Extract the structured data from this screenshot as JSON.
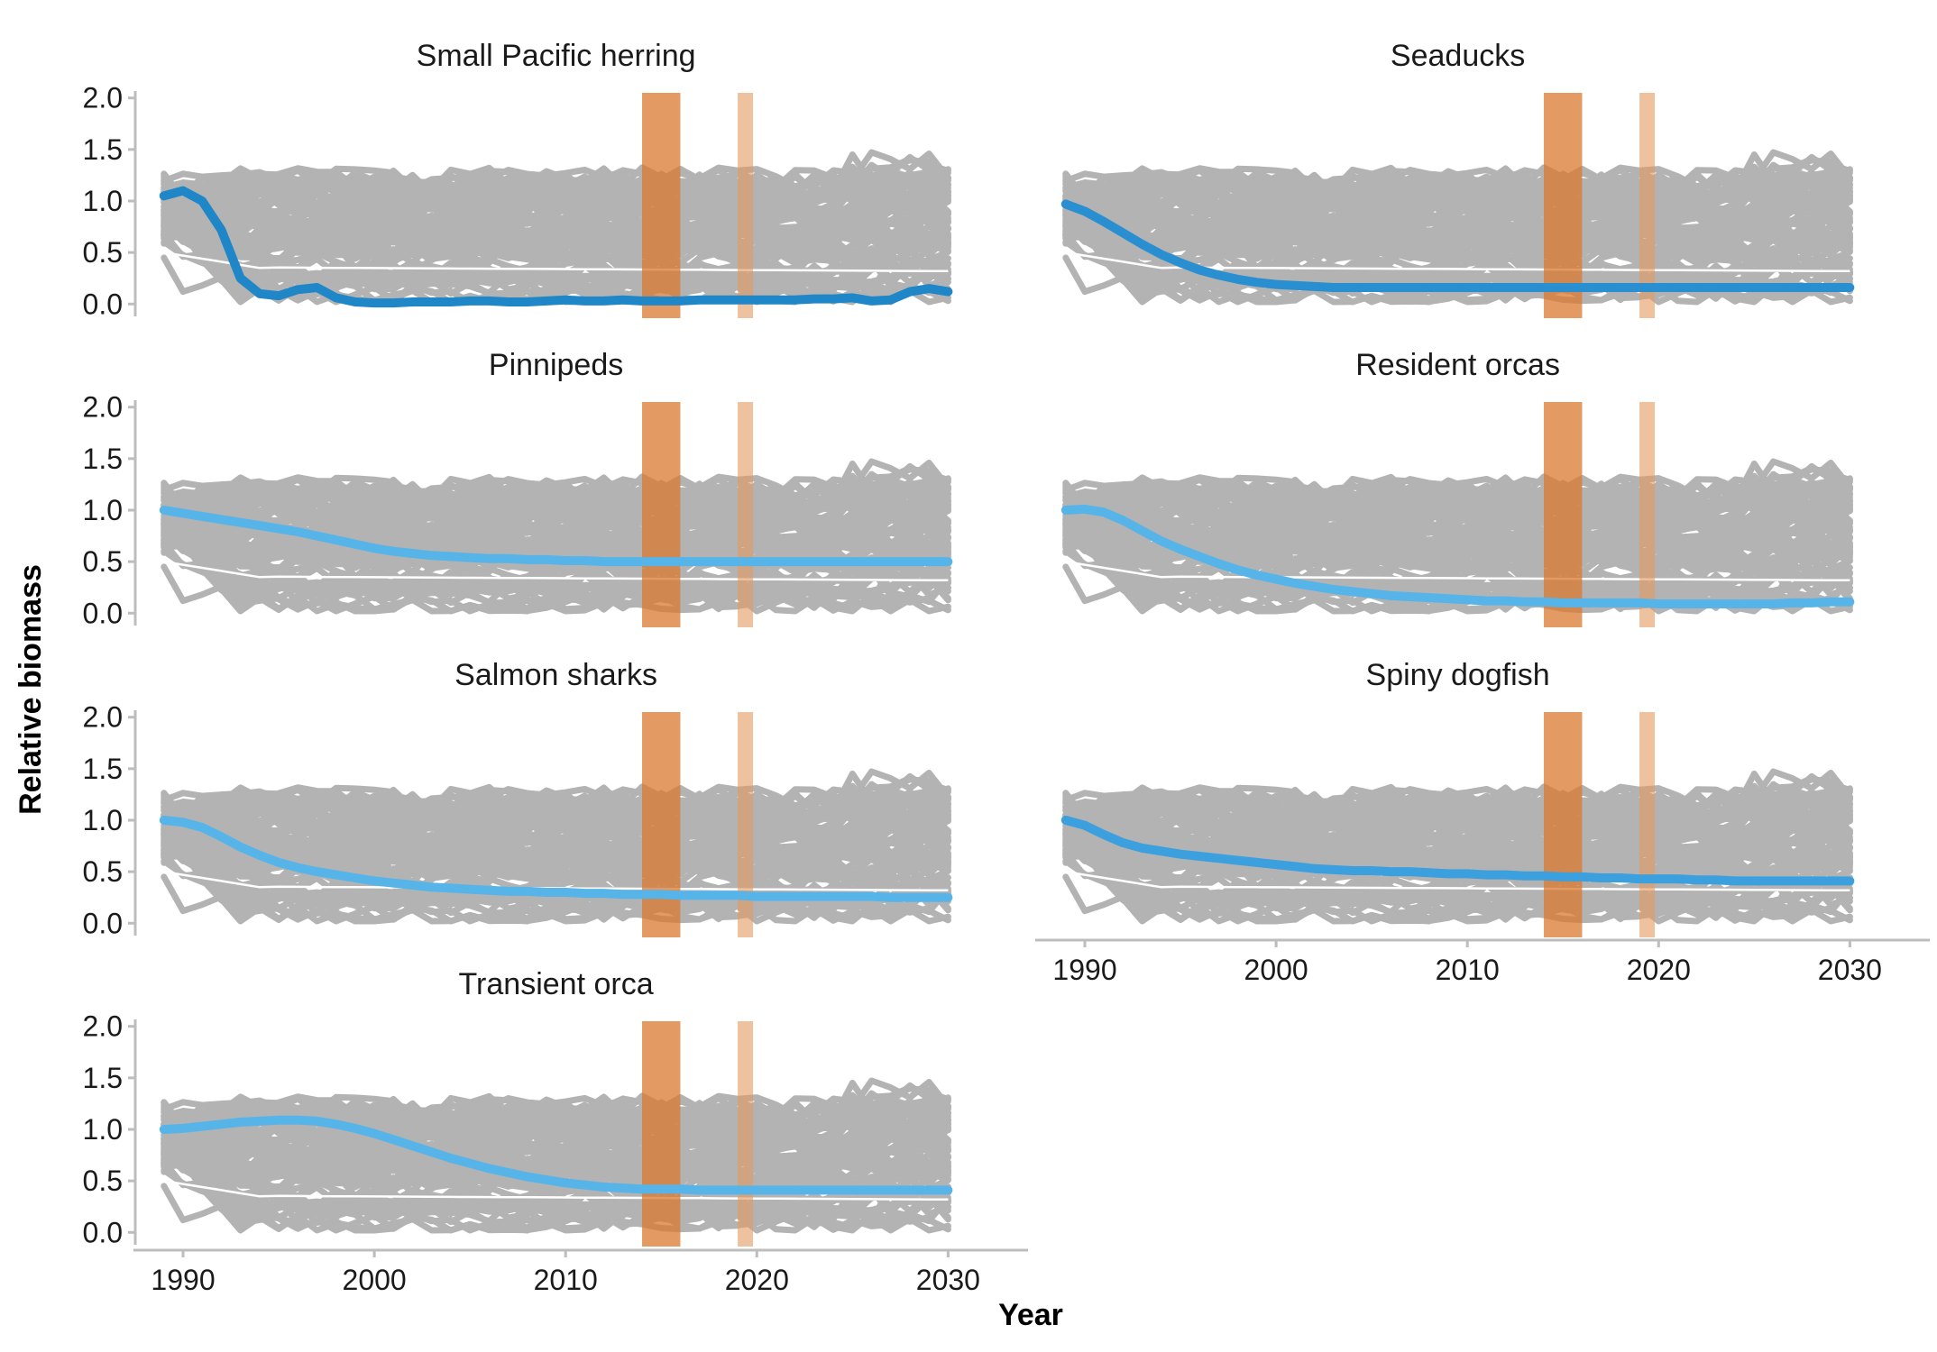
{
  "figure": {
    "ylabel": "Relative biomass",
    "xlabel": "Year"
  },
  "chart_data": {
    "type": "line",
    "xlim": [
      1987.5,
      2033
    ],
    "ylim": [
      -0.05,
      2.05
    ],
    "x_ticks": [
      "1990",
      "2000",
      "2010",
      "2020",
      "2030"
    ],
    "y_ticks": [
      "0.0",
      "0.5",
      "1.0",
      "1.5",
      "2.0"
    ],
    "grid": false,
    "legend": "none",
    "highlight_periods": [
      {
        "from": 2014,
        "to": 2016,
        "color": "#D9782F",
        "opacity": 0.75
      },
      {
        "from": 2019,
        "to": 2019.8,
        "color": "#E39A5E",
        "opacity": 0.6
      }
    ],
    "background_ensemble_color": "#b3b3b3",
    "reference_line_color": "#ffffff",
    "x": [
      1989,
      1990,
      1991,
      1992,
      1993,
      1994,
      1995,
      1996,
      1997,
      1998,
      1999,
      2000,
      2001,
      2002,
      2003,
      2004,
      2005,
      2006,
      2007,
      2008,
      2009,
      2010,
      2011,
      2012,
      2013,
      2014,
      2015,
      2016,
      2017,
      2018,
      2019,
      2020,
      2021,
      2022,
      2023,
      2024,
      2025,
      2026,
      2027,
      2028,
      2029,
      2030
    ],
    "panels": [
      {
        "title": "Small Pacific herring",
        "line_color": "#1f86c8",
        "values": [
          1.05,
          1.1,
          1.0,
          0.72,
          0.25,
          0.1,
          0.08,
          0.14,
          0.16,
          0.06,
          0.02,
          0.01,
          0.01,
          0.02,
          0.02,
          0.02,
          0.03,
          0.03,
          0.02,
          0.02,
          0.03,
          0.04,
          0.03,
          0.03,
          0.04,
          0.03,
          0.03,
          0.03,
          0.04,
          0.04,
          0.04,
          0.04,
          0.04,
          0.04,
          0.05,
          0.05,
          0.06,
          0.03,
          0.04,
          0.12,
          0.15,
          0.12
        ]
      },
      {
        "title": "Seaducks",
        "line_color": "#2a8fd0",
        "values": [
          0.97,
          0.9,
          0.8,
          0.69,
          0.58,
          0.48,
          0.4,
          0.33,
          0.28,
          0.24,
          0.21,
          0.19,
          0.18,
          0.17,
          0.16,
          0.16,
          0.16,
          0.16,
          0.16,
          0.16,
          0.16,
          0.16,
          0.16,
          0.16,
          0.16,
          0.16,
          0.16,
          0.16,
          0.16,
          0.16,
          0.16,
          0.16,
          0.16,
          0.16,
          0.16,
          0.16,
          0.16,
          0.16,
          0.16,
          0.16,
          0.16,
          0.16
        ]
      },
      {
        "title": "Pinnipeds",
        "line_color": "#56b4e9",
        "values": [
          1.0,
          0.97,
          0.94,
          0.91,
          0.88,
          0.85,
          0.82,
          0.79,
          0.75,
          0.71,
          0.67,
          0.63,
          0.6,
          0.58,
          0.56,
          0.55,
          0.54,
          0.53,
          0.53,
          0.52,
          0.52,
          0.51,
          0.51,
          0.5,
          0.5,
          0.5,
          0.5,
          0.5,
          0.5,
          0.5,
          0.5,
          0.5,
          0.5,
          0.5,
          0.5,
          0.5,
          0.5,
          0.5,
          0.5,
          0.5,
          0.5,
          0.5
        ]
      },
      {
        "title": "Resident orcas",
        "line_color": "#56b4e9",
        "values": [
          1.0,
          1.01,
          0.98,
          0.9,
          0.8,
          0.7,
          0.62,
          0.55,
          0.48,
          0.42,
          0.37,
          0.33,
          0.29,
          0.26,
          0.23,
          0.21,
          0.19,
          0.17,
          0.16,
          0.15,
          0.14,
          0.13,
          0.12,
          0.12,
          0.11,
          0.11,
          0.1,
          0.1,
          0.1,
          0.1,
          0.1,
          0.09,
          0.09,
          0.09,
          0.09,
          0.09,
          0.09,
          0.09,
          0.1,
          0.1,
          0.11,
          0.11
        ]
      },
      {
        "title": "Salmon sharks",
        "line_color": "#56b4e9",
        "values": [
          1.0,
          0.98,
          0.93,
          0.84,
          0.74,
          0.66,
          0.59,
          0.54,
          0.5,
          0.47,
          0.44,
          0.41,
          0.39,
          0.37,
          0.35,
          0.34,
          0.33,
          0.32,
          0.31,
          0.31,
          0.3,
          0.3,
          0.29,
          0.29,
          0.28,
          0.28,
          0.28,
          0.27,
          0.27,
          0.27,
          0.27,
          0.26,
          0.26,
          0.26,
          0.26,
          0.26,
          0.26,
          0.26,
          0.25,
          0.25,
          0.25,
          0.25
        ]
      },
      {
        "title": "Spiny dogfish",
        "line_color": "#3ba0dd",
        "values": [
          1.0,
          0.95,
          0.86,
          0.78,
          0.73,
          0.7,
          0.67,
          0.65,
          0.63,
          0.61,
          0.59,
          0.57,
          0.55,
          0.53,
          0.52,
          0.51,
          0.51,
          0.5,
          0.5,
          0.49,
          0.48,
          0.48,
          0.47,
          0.47,
          0.46,
          0.46,
          0.45,
          0.45,
          0.44,
          0.44,
          0.43,
          0.43,
          0.43,
          0.42,
          0.42,
          0.41,
          0.41,
          0.41,
          0.41,
          0.41,
          0.41,
          0.41
        ]
      },
      {
        "title": "Transient orca",
        "line_color": "#56b4e9",
        "values": [
          1.0,
          1.01,
          1.03,
          1.05,
          1.07,
          1.08,
          1.09,
          1.09,
          1.08,
          1.05,
          1.01,
          0.96,
          0.9,
          0.84,
          0.78,
          0.72,
          0.67,
          0.62,
          0.58,
          0.54,
          0.51,
          0.48,
          0.46,
          0.44,
          0.43,
          0.42,
          0.42,
          0.42,
          0.41,
          0.41,
          0.41,
          0.41,
          0.41,
          0.41,
          0.41,
          0.41,
          0.41,
          0.41,
          0.41,
          0.41,
          0.41,
          0.41
        ]
      }
    ]
  }
}
